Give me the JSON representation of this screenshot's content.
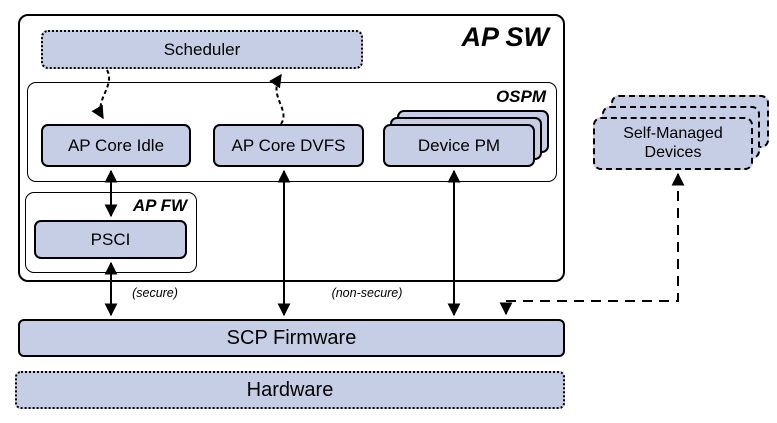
{
  "colors": {
    "box_fill": "#c6cee6",
    "border": "#000000",
    "background": "#ffffff"
  },
  "labels": {
    "ap_sw": "AP SW",
    "scheduler": "Scheduler",
    "ospm": "OSPM",
    "ap_core_idle": "AP Core Idle",
    "ap_core_dvfs": "AP Core DVFS",
    "device_pm": "Device PM",
    "ap_fw": "AP FW",
    "psci": "PSCI",
    "self_managed_line1": "Self-Managed",
    "self_managed_line2": "Devices",
    "scp_firmware": "SCP Firmware",
    "hardware": "Hardware"
  },
  "annotations": {
    "secure": "(secure)",
    "non_secure": "(non-secure)"
  }
}
